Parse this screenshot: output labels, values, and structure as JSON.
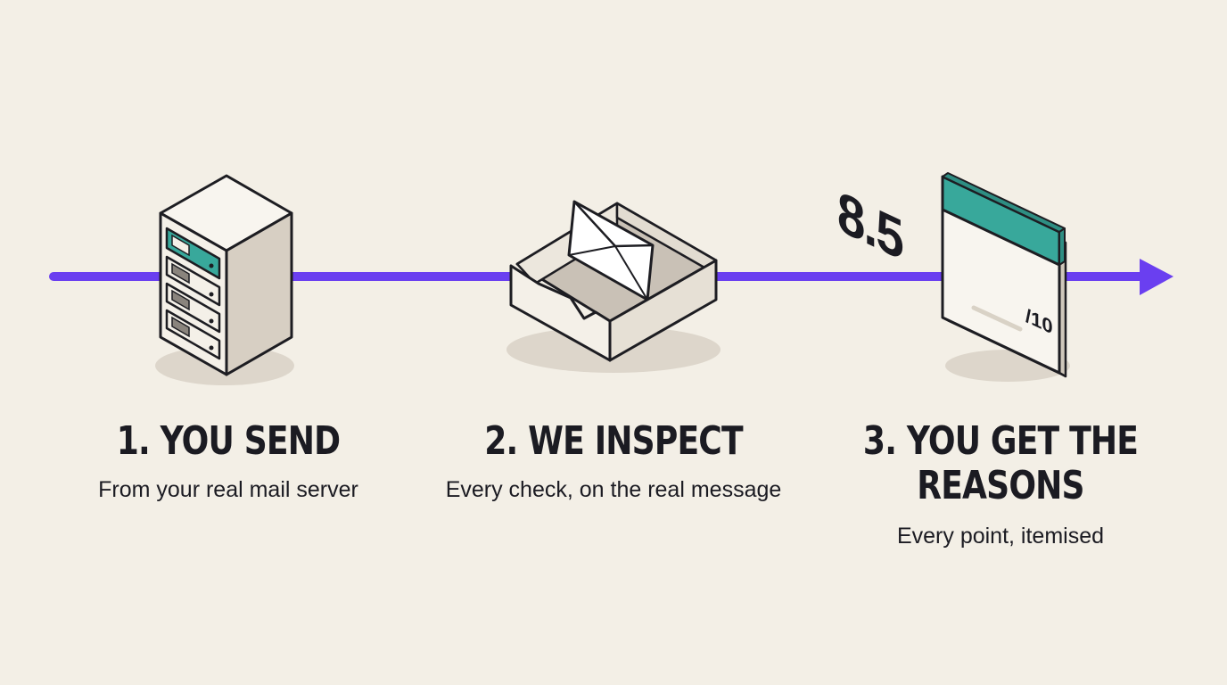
{
  "steps": [
    {
      "title": "1. YOU SEND",
      "subtitle": "From your real mail server",
      "icon": "server-icon"
    },
    {
      "title": "2. WE INSPECT",
      "subtitle": "Every check, on the real message",
      "icon": "inbox-tray-icon"
    },
    {
      "title_line1": "3. YOU GET THE",
      "title_line2": "REASONS",
      "subtitle": "Every point, itemised",
      "icon": "score-card-icon"
    }
  ],
  "score_card": {
    "score": "8.5",
    "denominator": "/10"
  },
  "colors": {
    "background": "#f3efe6",
    "arrow": "#6a3ff0",
    "accent": "#35a79a",
    "ink": "#1b1b22"
  }
}
